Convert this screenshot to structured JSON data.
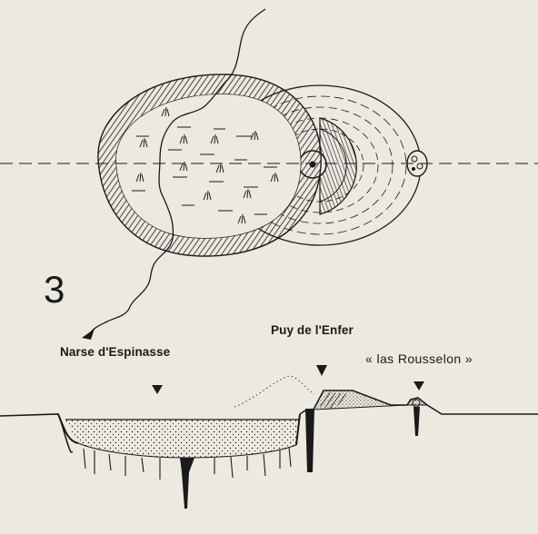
{
  "figure": {
    "number": "3",
    "labels": {
      "narse": "Narse d'Espinasse",
      "puy": "Puy de l'Enfer",
      "rousselon": "« las Rousselon »"
    }
  },
  "colors": {
    "paper": "#ece9e0",
    "ink": "#1a1a1a"
  }
}
